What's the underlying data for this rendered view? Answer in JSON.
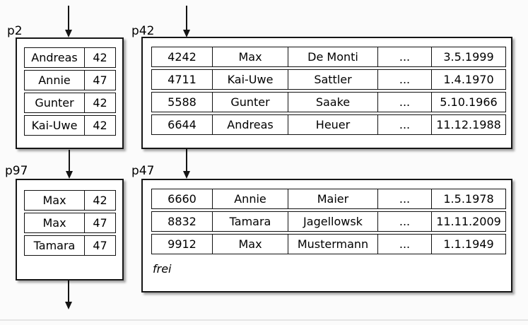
{
  "pages": {
    "p2": {
      "label": "p2",
      "rows": [
        [
          "Andreas",
          "42"
        ],
        [
          "Annie",
          "47"
        ],
        [
          "Gunter",
          "42"
        ],
        [
          "Kai-Uwe",
          "42"
        ]
      ]
    },
    "p42": {
      "label": "p42",
      "rows": [
        [
          "4242",
          "Max",
          "De Monti",
          "...",
          "3.5.1999"
        ],
        [
          "4711",
          "Kai-Uwe",
          "Sattler",
          "...",
          "1.4.1970"
        ],
        [
          "5588",
          "Gunter",
          "Saake",
          "...",
          "5.10.1966"
        ],
        [
          "6644",
          "Andreas",
          "Heuer",
          "...",
          "11.12.1988"
        ]
      ]
    },
    "p97": {
      "label": "p97",
      "rows": [
        [
          "Max",
          "42"
        ],
        [
          "Max",
          "47"
        ],
        [
          "Tamara",
          "47"
        ]
      ]
    },
    "p47": {
      "label": "p47",
      "rows": [
        [
          "6660",
          "Annie",
          "Maier",
          "...",
          "1.5.1978"
        ],
        [
          "8832",
          "Tamara",
          "Jagellowsk",
          "...",
          "11.11.2009"
        ],
        [
          "9912",
          "Max",
          "Mustermann",
          "...",
          "1.1.1949"
        ]
      ],
      "free_label": "frei"
    }
  },
  "colors": {
    "background": "#fbfbfb",
    "box_background": "#ffffff",
    "line": "#141414"
  }
}
